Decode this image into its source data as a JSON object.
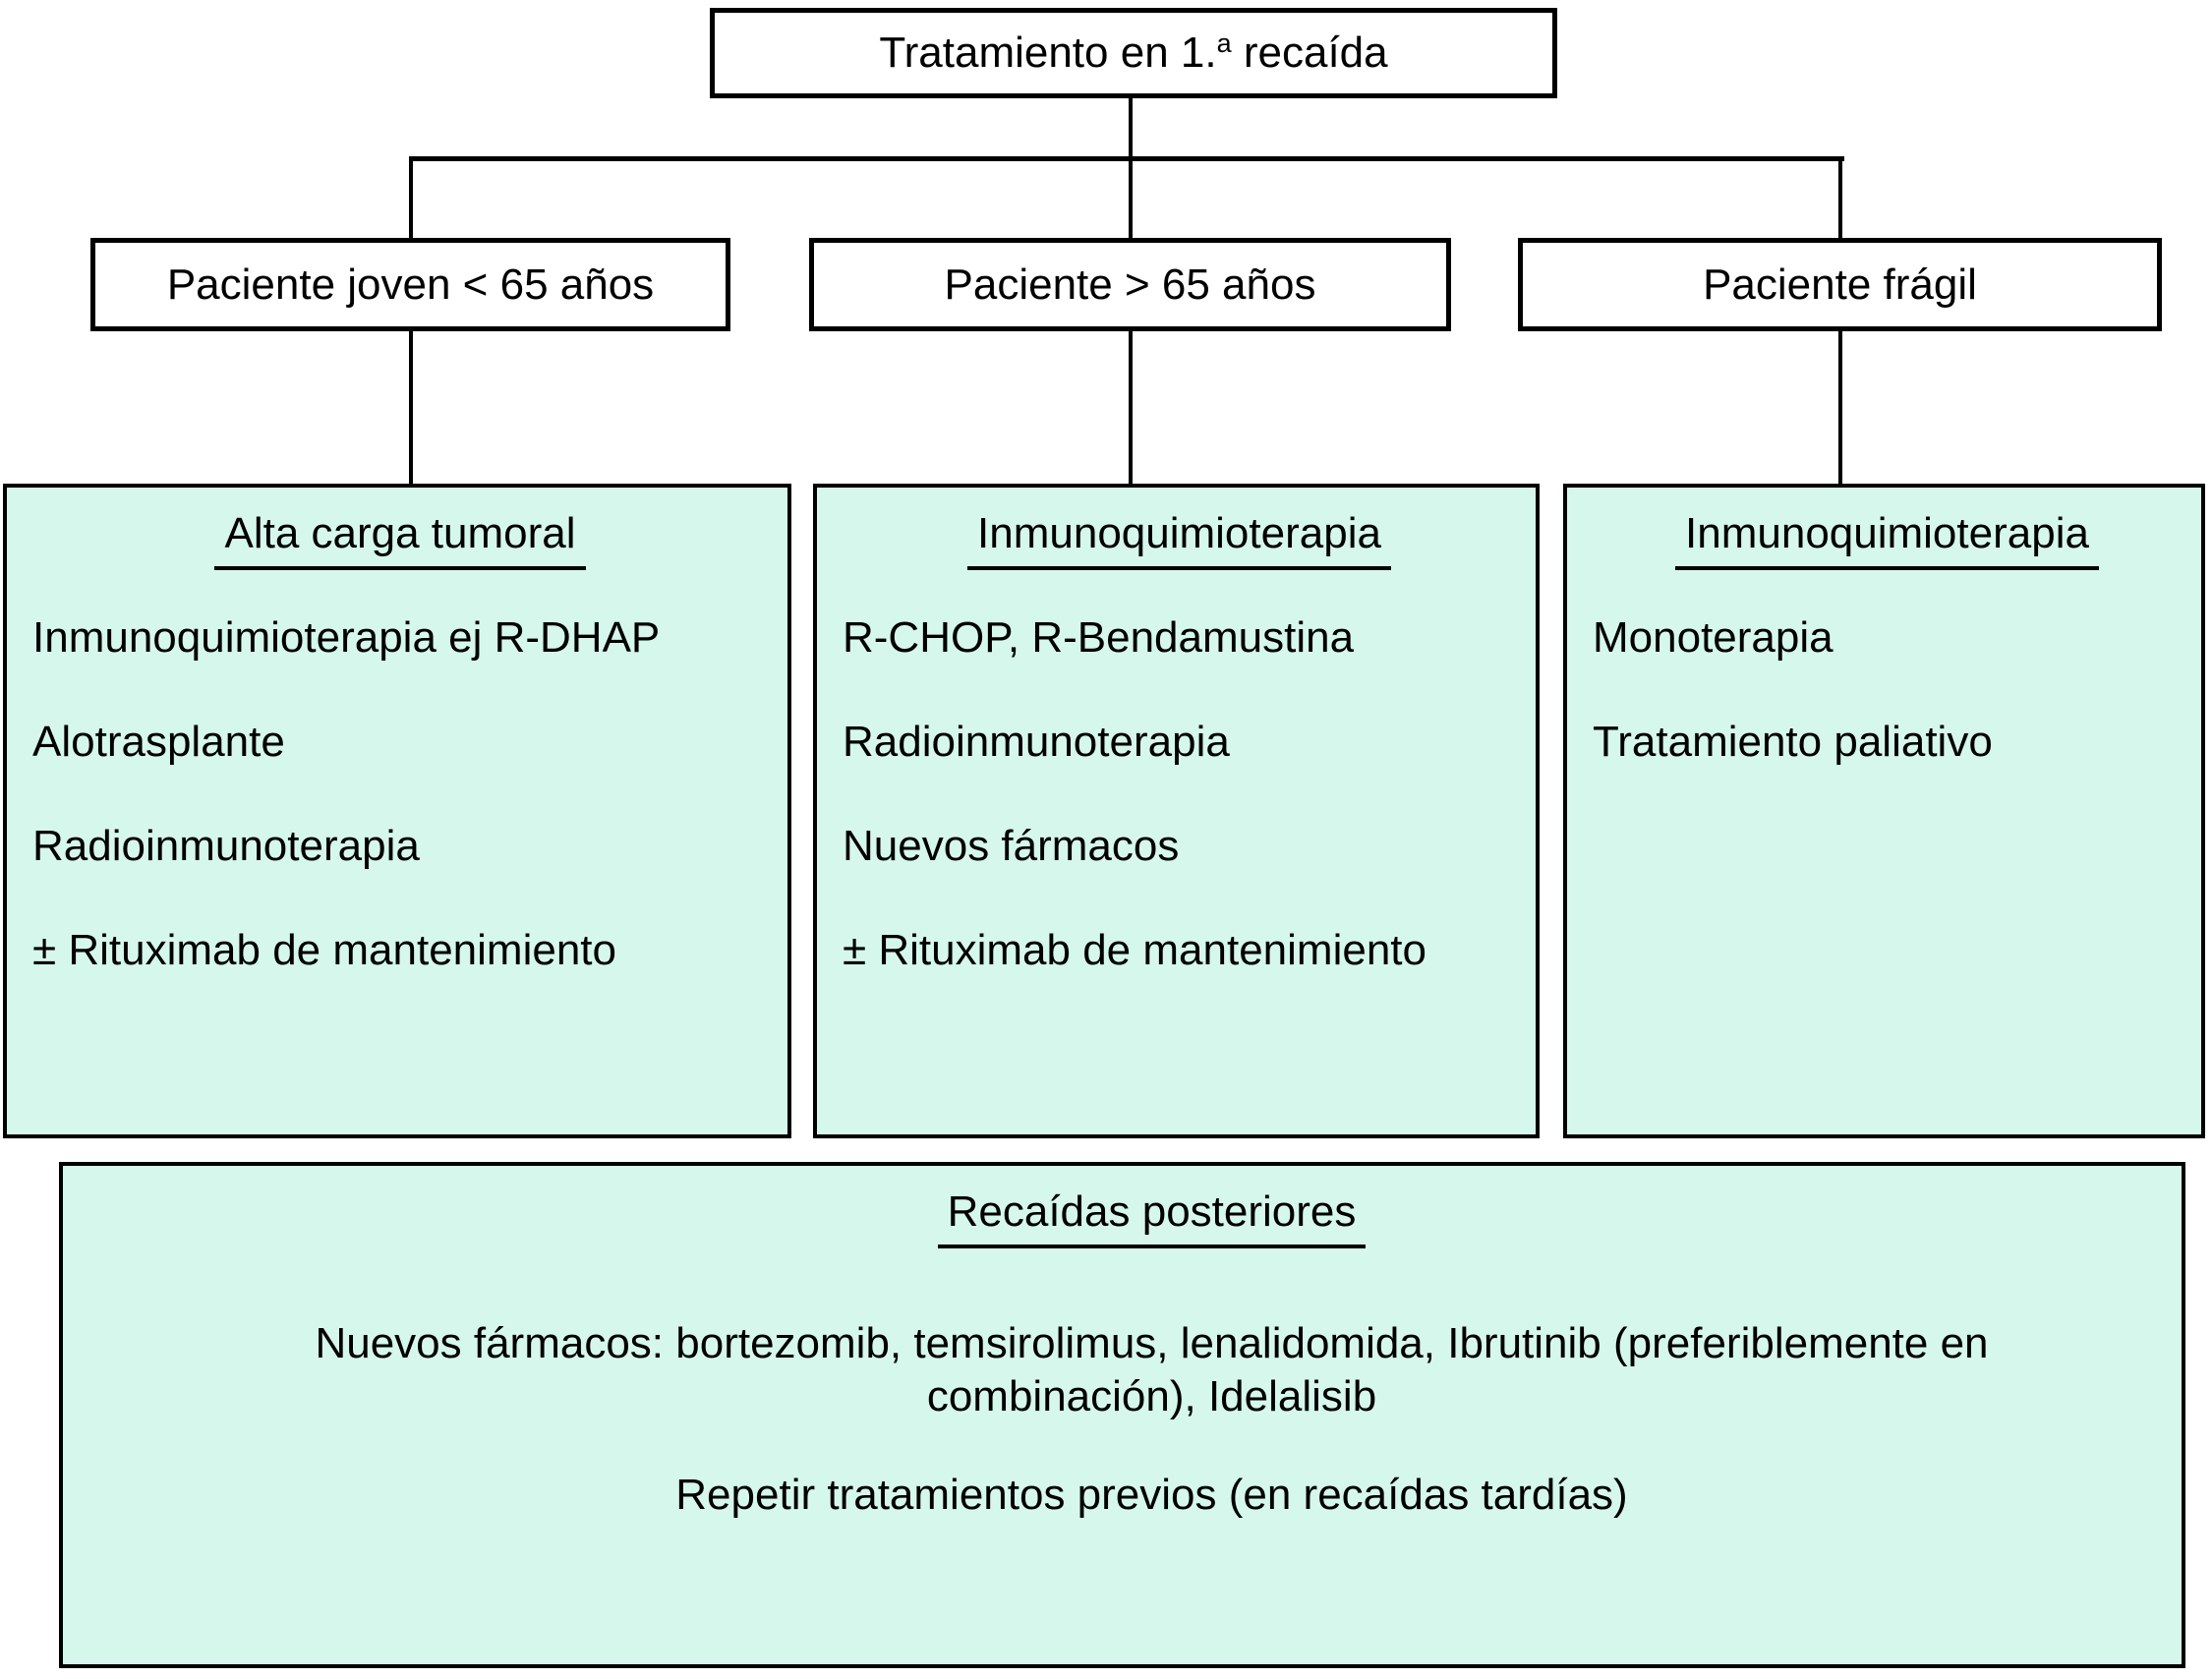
{
  "flowchart": {
    "colors": {
      "panel_fill": "#d6f8ec",
      "line_and_border": "#000000",
      "background": "#ffffff"
    },
    "root": {
      "full_text": "Tratamiento en 1.ª recaída",
      "text_prefix": "Tratamiento en 1.",
      "text_sup": "a",
      "text_suffix": " recaída"
    },
    "branches": [
      {
        "label": "Paciente joven < 65 años"
      },
      {
        "label": "Paciente > 65 años"
      },
      {
        "label": "Paciente frágil"
      }
    ],
    "panels": [
      {
        "heading": "Alta carga tumoral",
        "items": [
          "Inmunoquimioterapia ej R-DHAP",
          "Alotrasplante",
          "Radioinmunoterapia",
          "± Rituximab de mantenimiento"
        ]
      },
      {
        "heading": "Inmunoquimioterapia",
        "items": [
          "R-CHOP, R-Bendamustina",
          "Radioinmunoterapia",
          "Nuevos fármacos",
          "± Rituximab de mantenimiento"
        ]
      },
      {
        "heading": "Inmunoquimioterapia",
        "items": [
          "Monoterapia",
          "Tratamiento paliativo"
        ]
      }
    ],
    "footer": {
      "heading": "Recaídas posteriores",
      "lines": [
        "Nuevos fármacos: bortezomib, temsirolimus, lenalidomida, Ibrutinib (preferiblemente en combinación), Idelalisib",
        "Repetir tratamientos previos (en recaídas tardías)"
      ]
    }
  }
}
